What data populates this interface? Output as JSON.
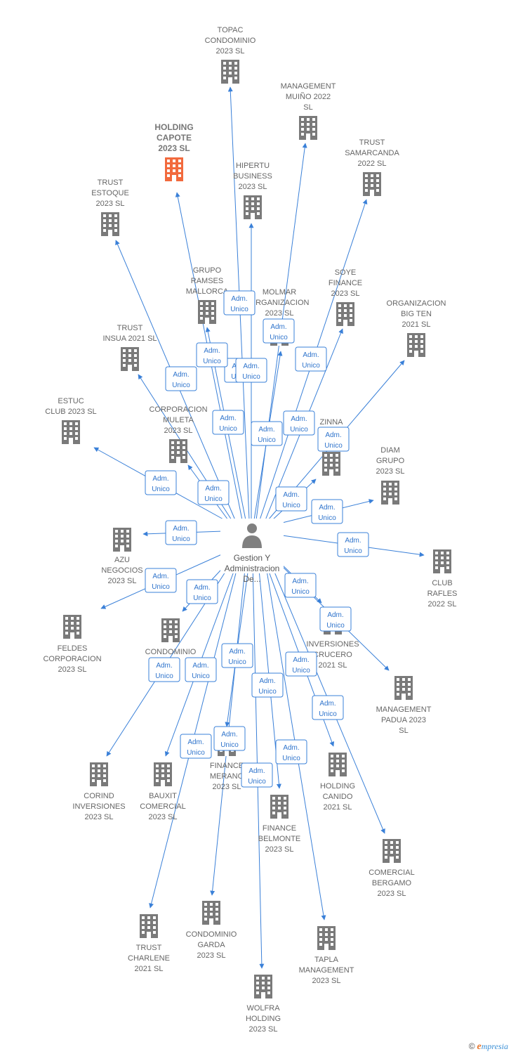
{
  "colors": {
    "edge": "#3a80d8",
    "node": "#7a7a7a",
    "highlight": "#f26a3d",
    "badge_border": "#3a80d8",
    "badge_text": "#2f74cc"
  },
  "center": {
    "lines": [
      "Gestion Y",
      "Administracion",
      "De..."
    ],
    "icon": "person-icon"
  },
  "badge_lines": [
    "Adm.",
    "Unico"
  ],
  "nodes": [
    {
      "id": "topac",
      "lines": [
        "TOPAC",
        "CONDOMINIO",
        "2023  SL"
      ],
      "icon": "building-icon"
    },
    {
      "id": "muino",
      "lines": [
        "MANAGEMENT",
        "MUIÑO 2022",
        "SL"
      ],
      "icon": "building-icon"
    },
    {
      "id": "capote",
      "lines": [
        "HOLDING",
        "CAPOTE",
        "2023  SL"
      ],
      "icon": "building-icon",
      "highlight": true
    },
    {
      "id": "samarcanda",
      "lines": [
        "TRUST",
        "SAMARCANDA",
        "2022  SL"
      ],
      "icon": "building-icon"
    },
    {
      "id": "hipertu",
      "lines": [
        "HIPERTU",
        "BUSINESS",
        "2023  SL"
      ],
      "icon": "building-icon"
    },
    {
      "id": "estoque",
      "lines": [
        "TRUST",
        "ESTOQUE",
        "2023  SL"
      ],
      "icon": "building-icon"
    },
    {
      "id": "ramses",
      "lines": [
        "GRUPO",
        "RAMSES",
        "MALLORCA"
      ],
      "icon": "building-icon"
    },
    {
      "id": "soye",
      "lines": [
        "SOYE",
        "FINANCE",
        "2023  SL"
      ],
      "icon": "building-icon"
    },
    {
      "id": "molmar",
      "lines": [
        "MOLMAR",
        "ORGANIZACION",
        "2023  SL"
      ],
      "icon": "building-icon"
    },
    {
      "id": "bigten",
      "lines": [
        "ORGANIZACION",
        "BIG TEN",
        "2021  SL"
      ],
      "icon": "building-icon"
    },
    {
      "id": "insua",
      "lines": [
        "TRUST",
        "INSUA 2021  SL"
      ],
      "icon": "building-icon"
    },
    {
      "id": "estuc",
      "lines": [
        "ESTUC",
        "CLUB 2023  SL"
      ],
      "icon": "building-icon"
    },
    {
      "id": "muleta",
      "lines": [
        "CORPORACION",
        "MULETA",
        "2023  SL"
      ],
      "icon": "building-icon"
    },
    {
      "id": "zinna",
      "lines": [
        "ZINNA",
        "2023"
      ],
      "icon": "building-icon"
    },
    {
      "id": "diam",
      "lines": [
        "DIAM",
        "GRUPO",
        "2023  SL"
      ],
      "icon": "building-icon"
    },
    {
      "id": "azu",
      "lines": [
        "AZU",
        "NEGOCIOS",
        "2023  SL"
      ],
      "icon": "building-icon"
    },
    {
      "id": "rafles",
      "lines": [
        "CLUB",
        "RAFLES",
        "2022  SL"
      ],
      "icon": "building-icon"
    },
    {
      "id": "feldes",
      "lines": [
        "FELDES",
        "CORPORACION",
        "2023  SL"
      ],
      "icon": "building-icon"
    },
    {
      "id": "condominio_m",
      "lines": [
        "CONDOMINIO",
        "M",
        "SL"
      ],
      "icon": "building-icon"
    },
    {
      "id": "crucero",
      "lines": [
        "INVERSIONES",
        "CRUCERO",
        "2021  SL"
      ],
      "icon": "building-icon"
    },
    {
      "id": "padua",
      "lines": [
        "MANAGEMENT",
        "PADUA 2023",
        "SL"
      ],
      "icon": "building-icon"
    },
    {
      "id": "corind",
      "lines": [
        "CORIND",
        "INVERSIONES",
        "2023  SL"
      ],
      "icon": "building-icon"
    },
    {
      "id": "bauxit",
      "lines": [
        "BAUXIT",
        "COMERCIAL",
        "2023  SL"
      ],
      "icon": "building-icon"
    },
    {
      "id": "merano",
      "lines": [
        "FINANCE",
        "MERANO",
        "2023  SL"
      ],
      "icon": "building-icon"
    },
    {
      "id": "canido",
      "lines": [
        "HOLDING",
        "CANIDO",
        "2021  SL"
      ],
      "icon": "building-icon"
    },
    {
      "id": "belmonte",
      "lines": [
        "FINANCE",
        "BELMONTE",
        "2023  SL"
      ],
      "icon": "building-icon"
    },
    {
      "id": "bergamo",
      "lines": [
        "COMERCIAL",
        "BERGAMO",
        "2023  SL"
      ],
      "icon": "building-icon"
    },
    {
      "id": "charlene",
      "lines": [
        "TRUST",
        "CHARLENE",
        "2021  SL"
      ],
      "icon": "building-icon"
    },
    {
      "id": "garda",
      "lines": [
        "CONDOMINIO",
        "GARDA",
        "2023  SL"
      ],
      "icon": "building-icon"
    },
    {
      "id": "tapla",
      "lines": [
        "TAPLA",
        "MANAGEMENT",
        "2023  SL"
      ],
      "icon": "building-icon"
    },
    {
      "id": "wolfra",
      "lines": [
        "WOLFRA",
        "HOLDING",
        "2023  SL"
      ],
      "icon": "building-icon"
    }
  ],
  "footer": {
    "copyright": "©",
    "brand_initial": "e",
    "brand_rest": "mpresia"
  }
}
